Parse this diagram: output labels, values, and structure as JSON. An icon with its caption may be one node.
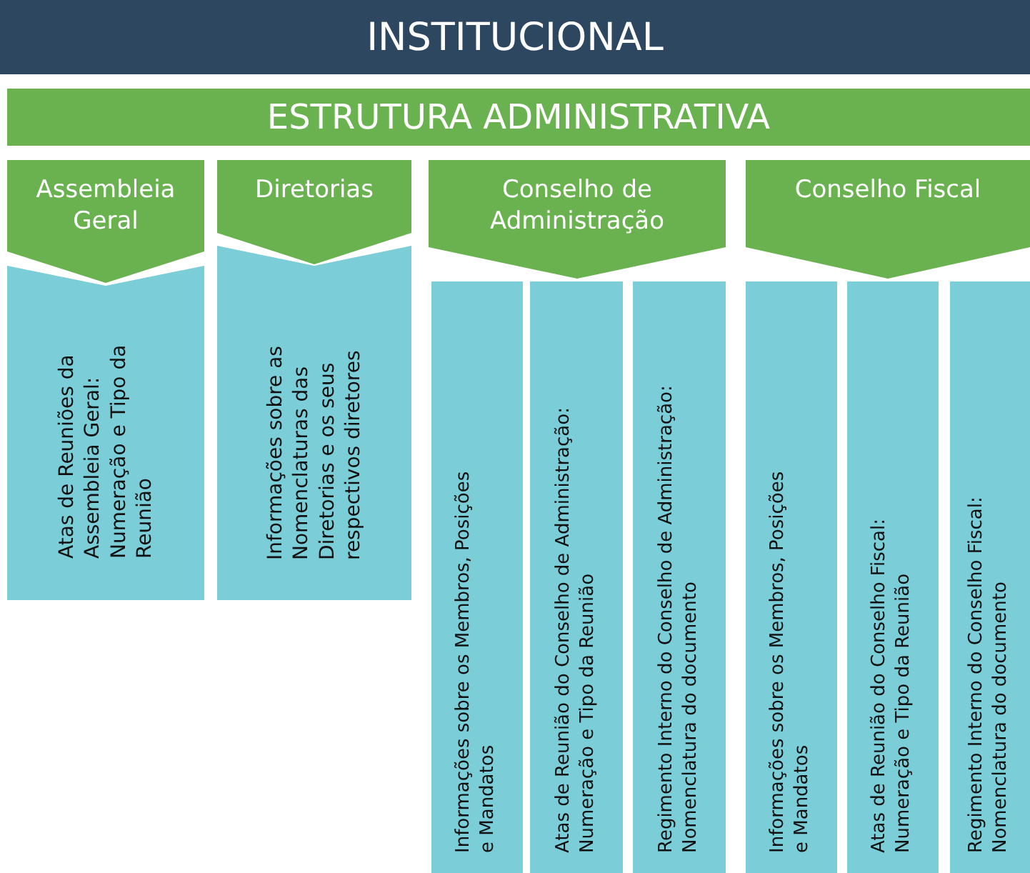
{
  "diagram": {
    "nodes": [
      {
        "text": [
          "INSTITUCIONAL"
        ]
      },
      {
        "text": [
          "ESTRUTURA ADMINISTRATIVA"
        ]
      },
      {
        "text": [
          "Assembleia Geral"
        ]
      },
      {
        "text": [
          "Atas de Reuniões da Assembleia Geral: Numeração e Tipo da Reunião"
        ]
      },
      {
        "text": [
          "Diretorias"
        ]
      },
      {
        "text": [
          "Informações sobre as Nomenclaturas das Diretorias e os seus respectivos diretores"
        ]
      },
      {
        "text": [
          "Conselho de Administração"
        ]
      },
      {
        "text": [
          "Informações sobre os Membros, Posições e Mandatos"
        ]
      },
      {
        "text": [
          "Atas de Reunião do Conselho de Administração: Numeração e Tipo da Reunião"
        ]
      },
      {
        "text": [
          "Regimento Interno do Conselho de Administração: Nomenclatura do documento"
        ]
      },
      {
        "text": [
          "Conselho Fiscal"
        ]
      },
      {
        "text": [
          "Informações sobre os Membros, Posições e Mandatos"
        ]
      },
      {
        "text": [
          "Atas de Reunião do Conselho Fiscal: Numeração e Tipo da Reunião"
        ]
      },
      {
        "text": [
          "Regimento Interno do Conselho Fiscal: Nomenclatura do documento"
        ]
      }
    ]
  }
}
